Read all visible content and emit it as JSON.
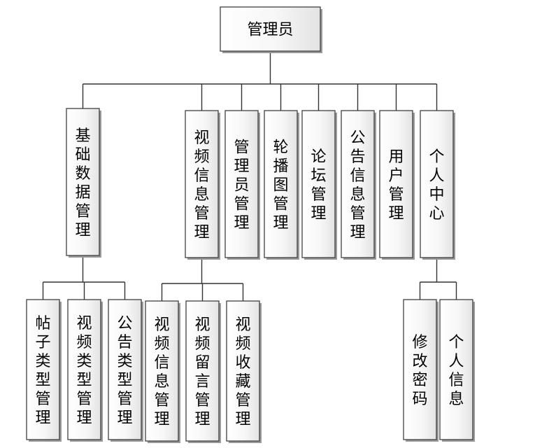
{
  "diagram": {
    "type": "hierarchy",
    "root": {
      "label": "管理员",
      "children": [
        {
          "label": "基础数据管理",
          "children": [
            {
              "label": "帖子类型管理"
            },
            {
              "label": "视频类型管理"
            },
            {
              "label": "公告类型管理"
            }
          ]
        },
        {
          "label": "视频信息管理",
          "children": [
            {
              "label": "视频信息管理"
            },
            {
              "label": "视频留言管理"
            },
            {
              "label": "视频收藏管理"
            }
          ]
        },
        {
          "label": "管理员管理"
        },
        {
          "label": "轮播图管理"
        },
        {
          "label": "论坛管理"
        },
        {
          "label": "公告信息管理"
        },
        {
          "label": "用户管理"
        },
        {
          "label": "个人中心",
          "children": [
            {
              "label": "修改密码"
            },
            {
              "label": "个人信息"
            }
          ]
        }
      ]
    }
  }
}
